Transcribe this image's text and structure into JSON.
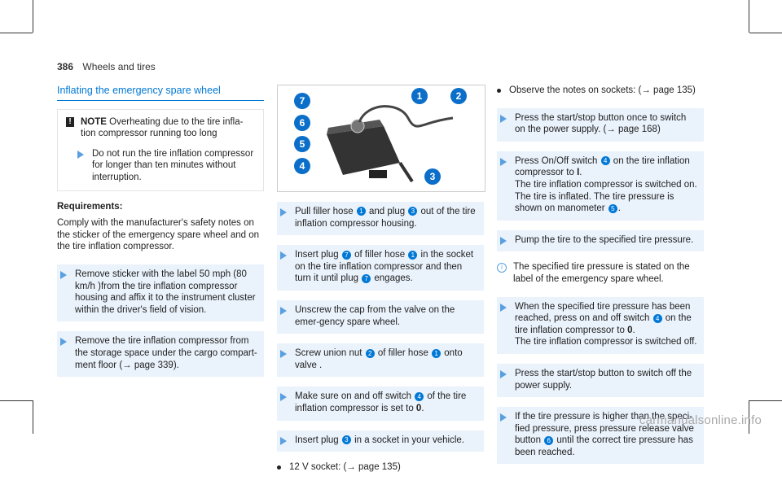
{
  "header": {
    "page_number": "386",
    "section": "Wheels and tires"
  },
  "column1": {
    "title": "Inflating the emergency spare wheel",
    "note": {
      "label": "NOTE",
      "title_rest": "Overheating due to the tire infla-tion compressor running too long",
      "step": "Do not run the tire inflation compressor for longer than ten minutes without interruption."
    },
    "requirements_label": "Requirements:",
    "requirements_text": "Comply with the manufacturer's safety notes on the sticker of the emergency spare wheel and on the tire inflation compressor.",
    "steps": [
      "Remove sticker with the label 50 mph (80 km/h )from the tire inflation compressor housing and affix it to the instrument cluster within the driver's field of vision.",
      "Remove the tire inflation compressor from the storage space under the cargo compart-ment floor (→ page 339)."
    ]
  },
  "figure": {
    "callouts": [
      "7",
      "6",
      "5",
      "4",
      "1",
      "2",
      "3"
    ]
  },
  "column2": {
    "steps": [
      {
        "a": "Pull filler hose ",
        "n1": "1",
        "b": " and plug ",
        "n2": "3",
        "c": " out of the tire inflation compressor housing."
      },
      {
        "a": "Insert plug ",
        "n1": "7",
        "b": " of filler hose ",
        "n2": "1",
        "c": " in the socket on the tire inflation compressor and then turn it until plug ",
        "n3": "7",
        "d": " engages."
      },
      {
        "text": "Unscrew the cap from the valve on the emer-gency spare wheel."
      },
      {
        "a": "Screw union nut ",
        "n1": "2",
        "b": " of filler hose ",
        "n2": "1",
        "c": " onto valve ."
      },
      {
        "a": "Make sure on and off switch ",
        "n1": "4",
        "b": " of the tire inflation compressor is set to ",
        "bold": "0",
        "c": "."
      },
      {
        "a": "Insert plug ",
        "n1": "3",
        "b": " in a socket in your vehicle."
      }
    ],
    "bullet": "12 V socket: (→ page 135)"
  },
  "column3": {
    "bullet": "Observe the notes on sockets: (→ page 135)",
    "step1": "Press the start/stop button once to switch on the power supply. (→ page 168)",
    "step2": {
      "a": "Press On/Off switch ",
      "n1": "4",
      "b": " on the tire inflation compressor to ",
      "bold": "I",
      "c": ".",
      "d": "The tire inflation compressor is switched on. The tire is inflated. The tire pressure is shown on manometer ",
      "n2": "5",
      "e": "."
    },
    "step3": "Pump the tire to the specified tire pressure.",
    "info": "The specified tire pressure is stated on the label of the emergency spare wheel.",
    "step4": {
      "a": "When the specified tire pressure has been reached, press on and off switch ",
      "n1": "4",
      "b": " on the tire inflation compressor to ",
      "bold": "0",
      "c": ".",
      "d": "The tire inflation compressor is switched off."
    },
    "step5": "Press the start/stop button to switch off the power supply.",
    "step6": {
      "a": "If the tire pressure is higher than the speci-fied pressure, press pressure release valve button ",
      "n1": "6",
      "b": " until the correct tire pressure has been reached."
    }
  },
  "watermark": "carmanualsonline.info",
  "colors": {
    "accent": "#0078d6",
    "step_bg": "#eaf2fb"
  }
}
